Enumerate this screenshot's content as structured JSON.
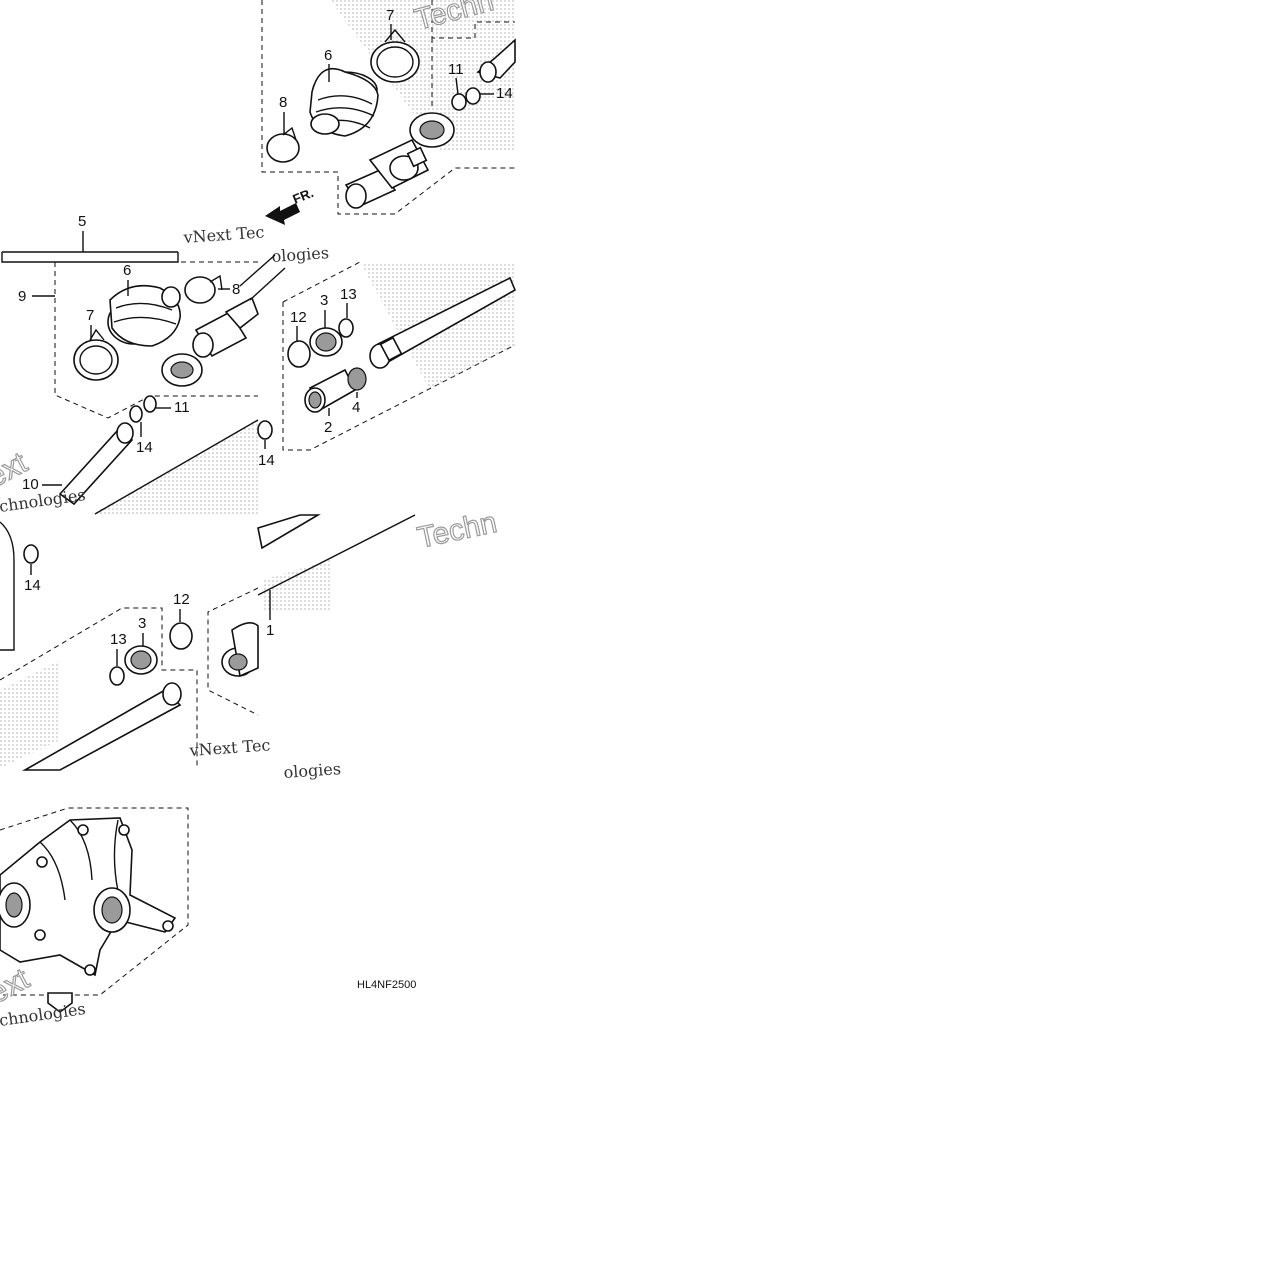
{
  "diagram": {
    "drawing_code": "HL4NF2500",
    "direction_label": "FR.",
    "watermark": {
      "line1": "vNext Tec",
      "line2": "Technologies",
      "tech_fragment": "Techn",
      "ext_fragment": "ext",
      "ogies_fragment": "ologies",
      "echno_fragment": "chnologies"
    },
    "callouts": {
      "c1": "1",
      "c2": "2",
      "c3a": "3",
      "c3b": "3",
      "c4": "4",
      "c5": "5",
      "c6a": "6",
      "c6b": "6",
      "c7a": "7",
      "c7b": "7",
      "c8a": "8",
      "c8b": "8",
      "c9": "9",
      "c10": "10",
      "c11a": "11",
      "c11b": "11",
      "c12a": "12",
      "c12b": "12",
      "c13a": "13",
      "c13b": "13",
      "c14a": "14",
      "c14b": "14",
      "c14c": "14",
      "c14d": "14"
    }
  }
}
